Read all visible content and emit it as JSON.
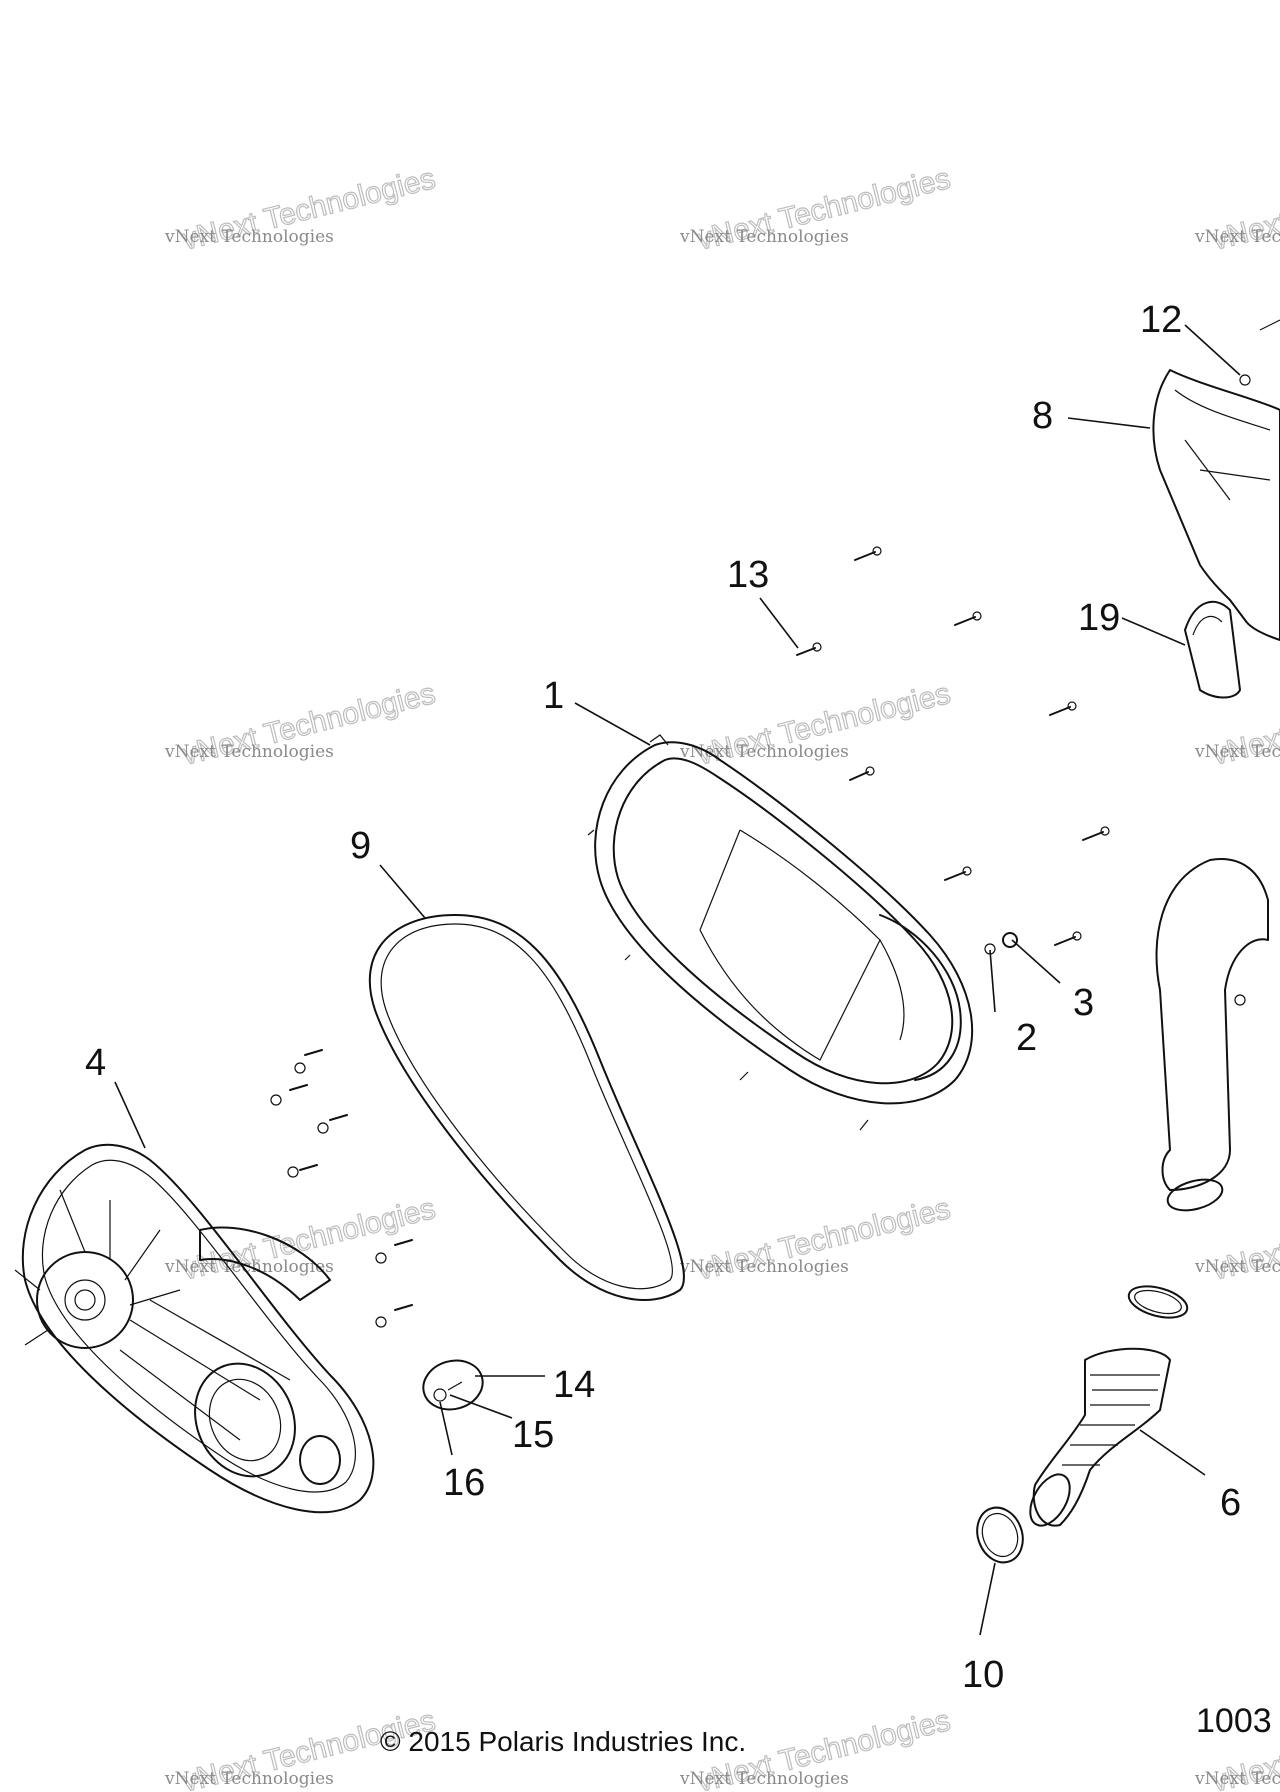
{
  "callouts": [
    "1",
    "2",
    "3",
    "4",
    "6",
    "8",
    "9",
    "10",
    "12",
    "13",
    "14",
    "15",
    "16",
    "19"
  ],
  "watermark": {
    "line1": "vNext Technologies",
    "line2": "vNext Technologies"
  },
  "footer": {
    "copyright": "© 2015 Polaris Industries Inc.",
    "diagram_id": "1003"
  }
}
